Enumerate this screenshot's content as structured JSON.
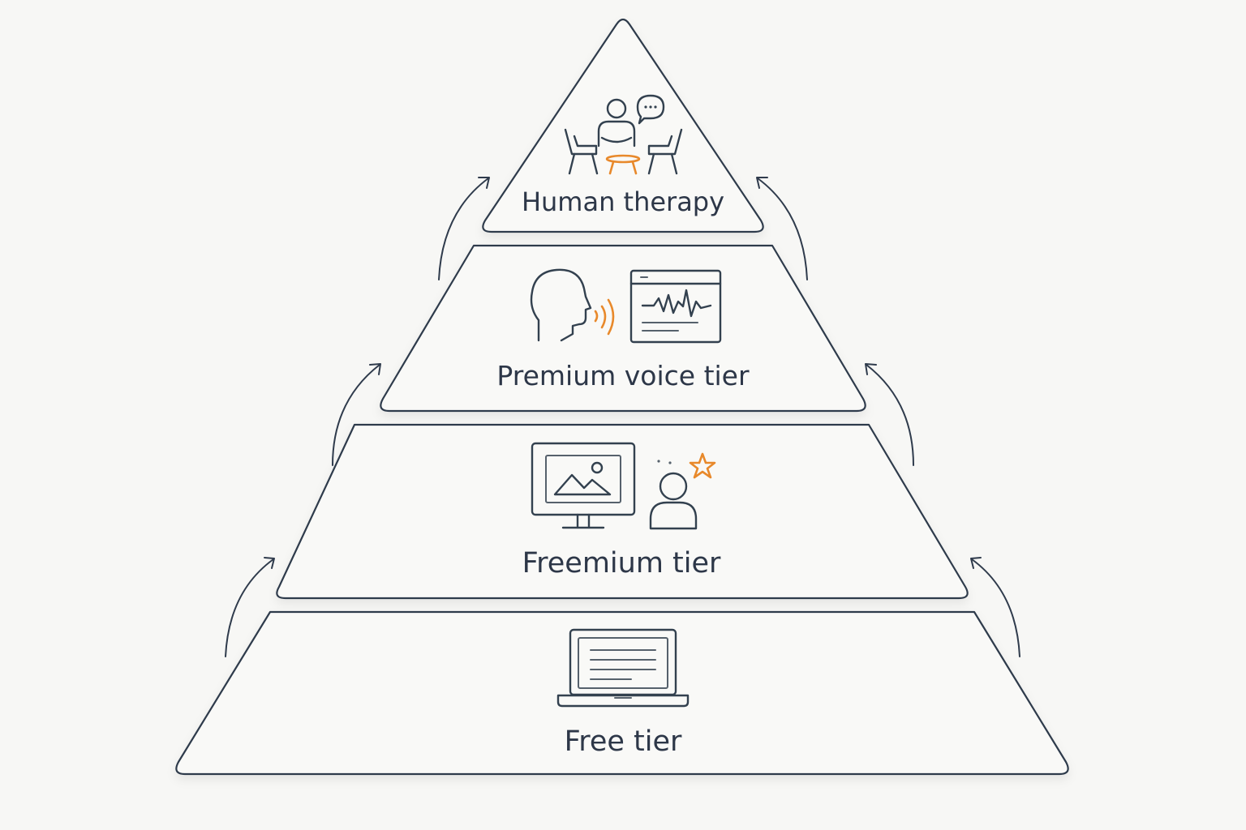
{
  "diagram": {
    "tiers": [
      {
        "id": "human-therapy",
        "label": "Human therapy"
      },
      {
        "id": "premium-voice",
        "label": "Premium voice tier"
      },
      {
        "id": "freemium",
        "label": "Freemium tier"
      },
      {
        "id": "free",
        "label": "Free tier"
      }
    ],
    "colors": {
      "outline": "#2f3b4c",
      "text": "#2d3748",
      "accent": "#e8892b",
      "background": "#f7f7f5"
    },
    "icons": {
      "top": "therapy-session-icon",
      "premium": [
        "speaking-head-icon",
        "voice-waveform-window-icon"
      ],
      "freemium": [
        "image-monitor-icon",
        "user-star-icon"
      ],
      "free": "laptop-document-icon"
    }
  }
}
